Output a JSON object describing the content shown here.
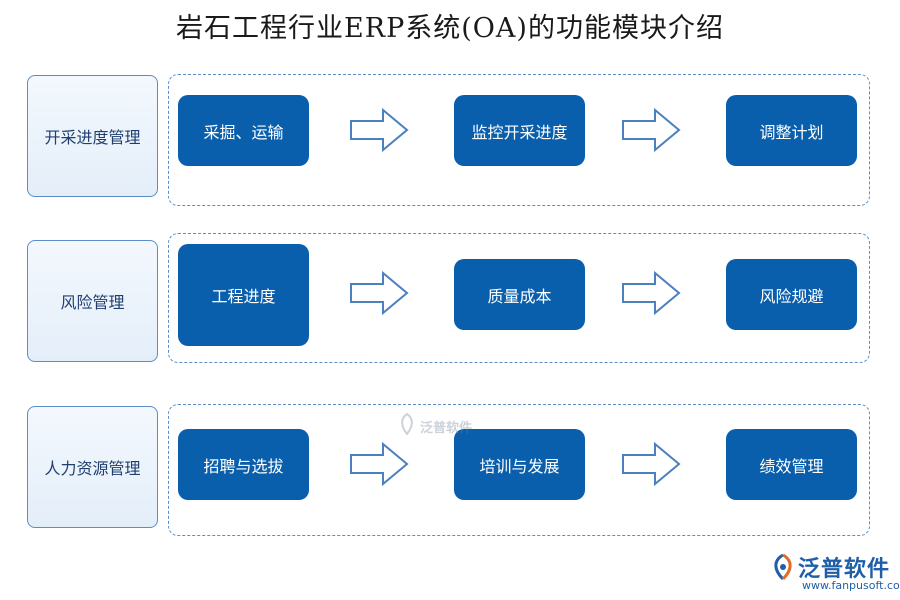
{
  "title": "岩石工程行业ERP系统(OA)的功能模块介绍",
  "rows": [
    {
      "label": "开采进度管理",
      "steps": [
        "采掘、运输",
        "监控开采进度",
        "调整计划"
      ]
    },
    {
      "label": "风险管理",
      "steps": [
        "工程进度",
        "质量成本",
        "风险规避"
      ]
    },
    {
      "label": "人力资源管理",
      "steps": [
        "招聘与选拔",
        "培训与发展",
        "绩效管理"
      ]
    }
  ],
  "watermark": {
    "text": "泛普软件"
  },
  "logo": {
    "name": "泛普软件",
    "url": "www.fanpusoft.com",
    "icon": "fanpu-logo-icon"
  },
  "colors": {
    "step_fill": "#0a5fad",
    "label_border": "#5b8ec7",
    "arrow_stroke": "#4a7fc0"
  }
}
